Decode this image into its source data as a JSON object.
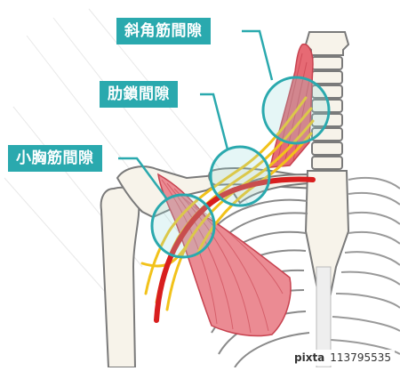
{
  "labels": {
    "scalene_gap": "斜角筋間隙",
    "costoclavicular_gap": "肋鎖間隙",
    "pectoralis_minor_gap": "小胸筋間隙"
  },
  "watermark": {
    "brand": "pixta",
    "id": "113795535"
  },
  "colors": {
    "accent_teal": "#2aa9ae",
    "bone_outline": "#7a7a7a",
    "bone_fill": "#f7f3ea",
    "muscle": "#e66a74",
    "muscle_stripe": "#c7424f",
    "artery": "#d81e1e",
    "nerve": "#f2c21a",
    "background_lines": "#e3e3e3"
  }
}
